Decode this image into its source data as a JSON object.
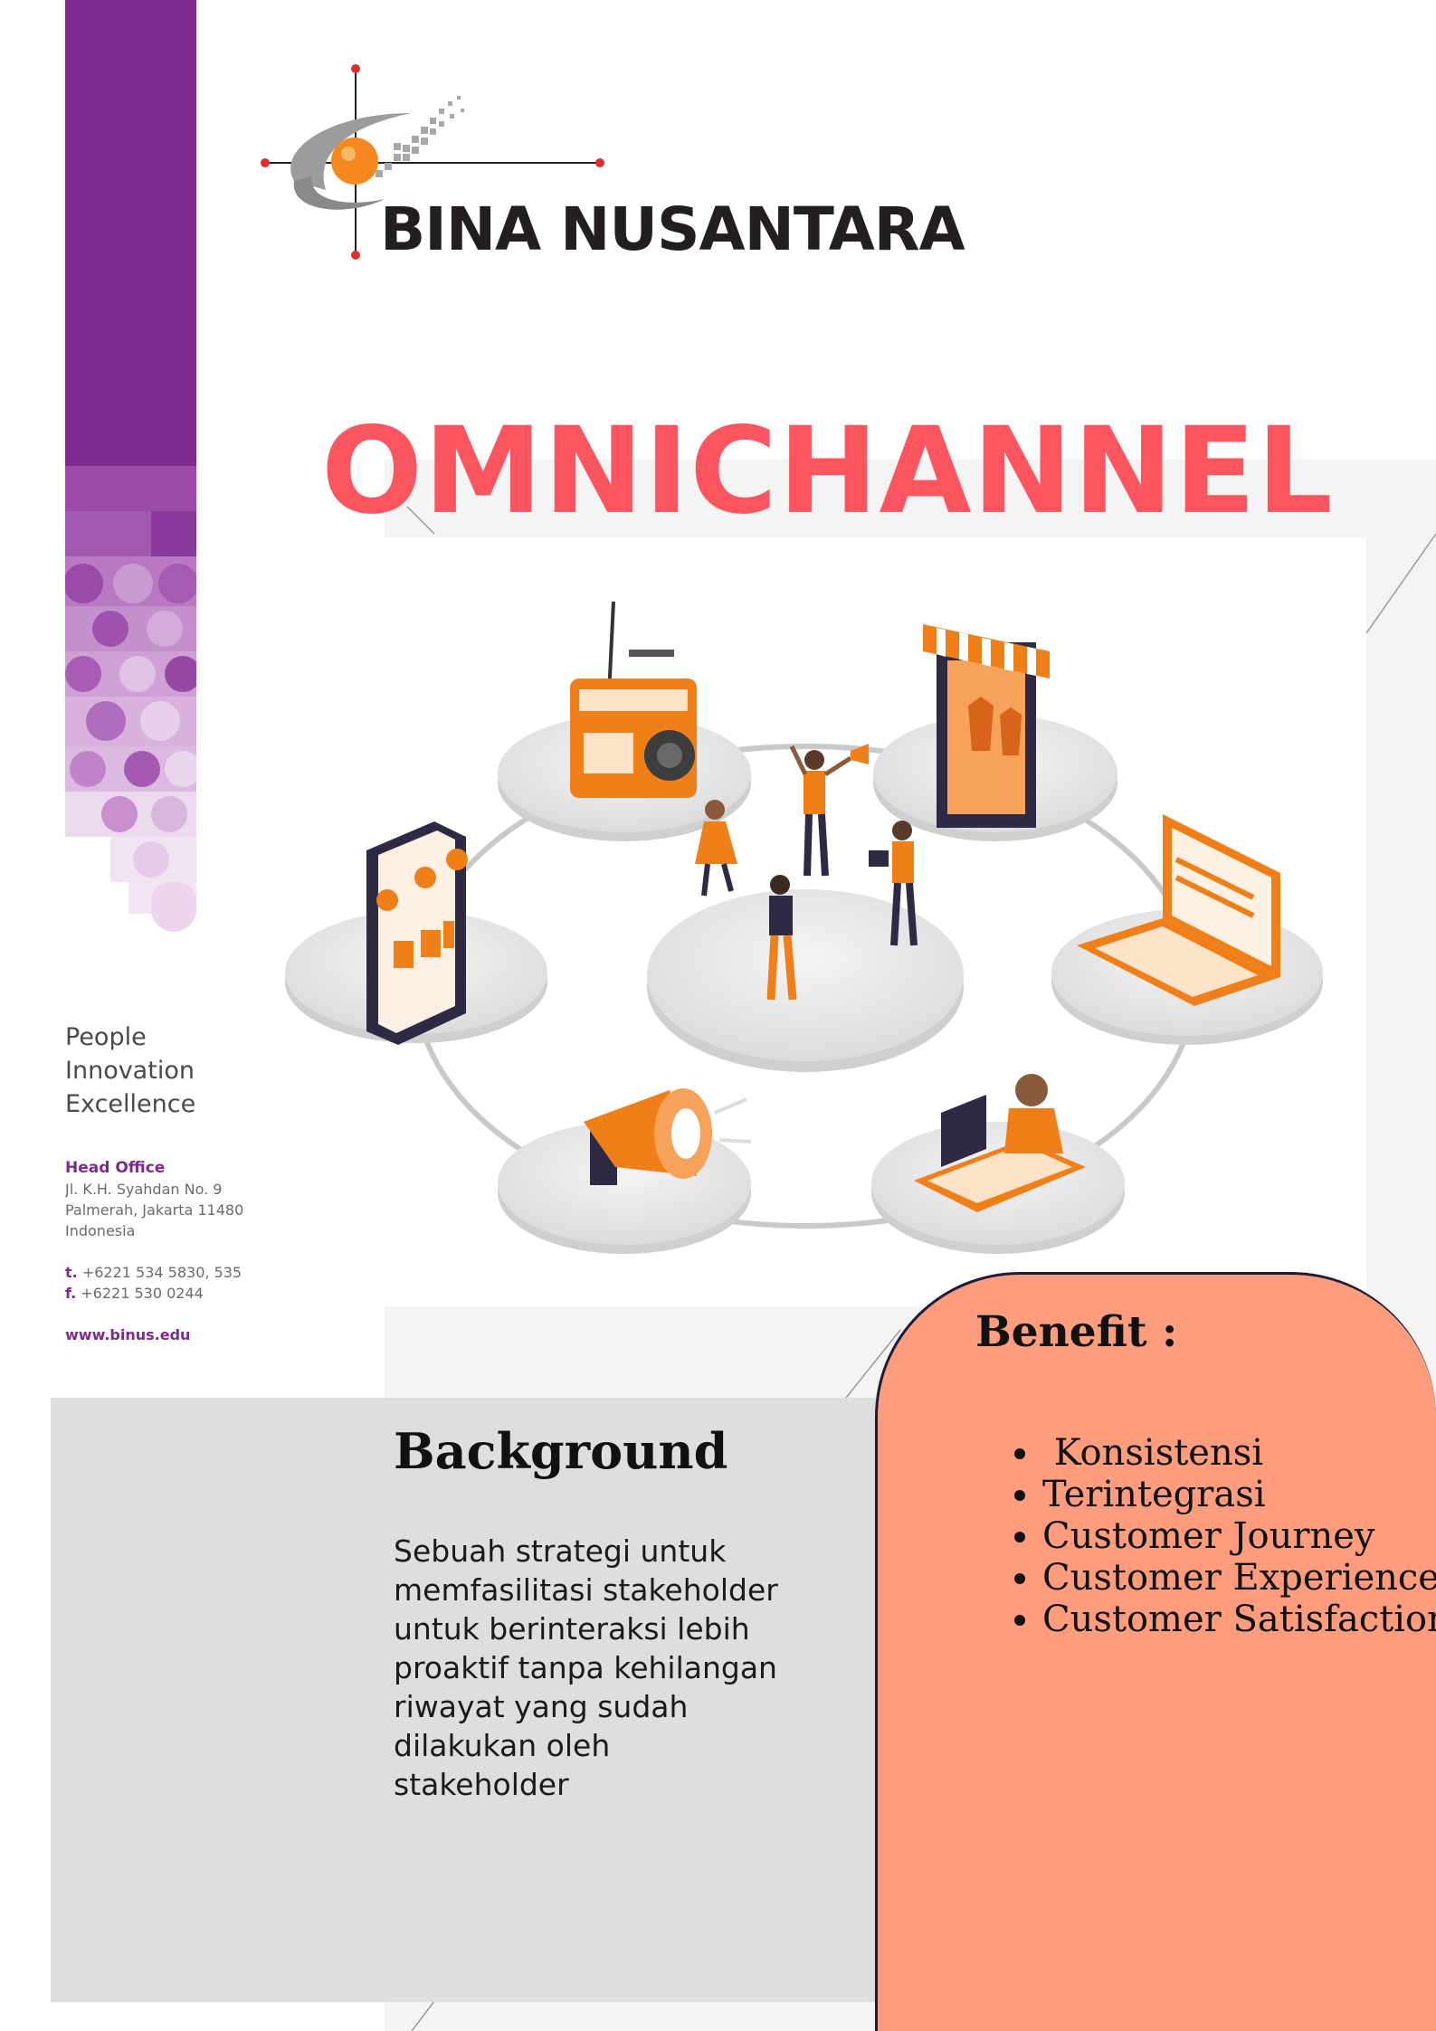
{
  "logo": {
    "text": "BINA NUSANTARA"
  },
  "title": "OMNICHANNEL",
  "tagline": [
    "People",
    "Innovation",
    "Excellence"
  ],
  "contact": {
    "heading": "Head Office",
    "address": [
      "Jl. K.H. Syahdan No. 9",
      "Palmerah, Jakarta 11480",
      "Indonesia"
    ],
    "phone_label": "t.",
    "phone": "+6221 534 5830, 535",
    "fax_label": "f.",
    "fax": "+6221 530 0244",
    "website": "www.binus.edu"
  },
  "background": {
    "heading": "Background",
    "lines": [
      "Sebuah strategi untuk",
      "memfasilitasi stakeholder",
      "untuk berinteraksi lebih",
      "proaktif tanpa kehilangan",
      "riwayat yang sudah",
      "dilakukan oleh",
      "stakeholder"
    ]
  },
  "benefit": {
    "heading": "Benefit :",
    "items": [
      " Konsistensi",
      "Terintegrasi",
      "Customer Journey",
      "Customer Experience",
      "Customer Satisfaction"
    ]
  },
  "colors": {
    "purple": "#7d2b8f",
    "title_red": "#fb5660",
    "benefit_bg": "#fd9d7e",
    "orange": "#f07f1a",
    "panel_grey": "#dedede"
  }
}
